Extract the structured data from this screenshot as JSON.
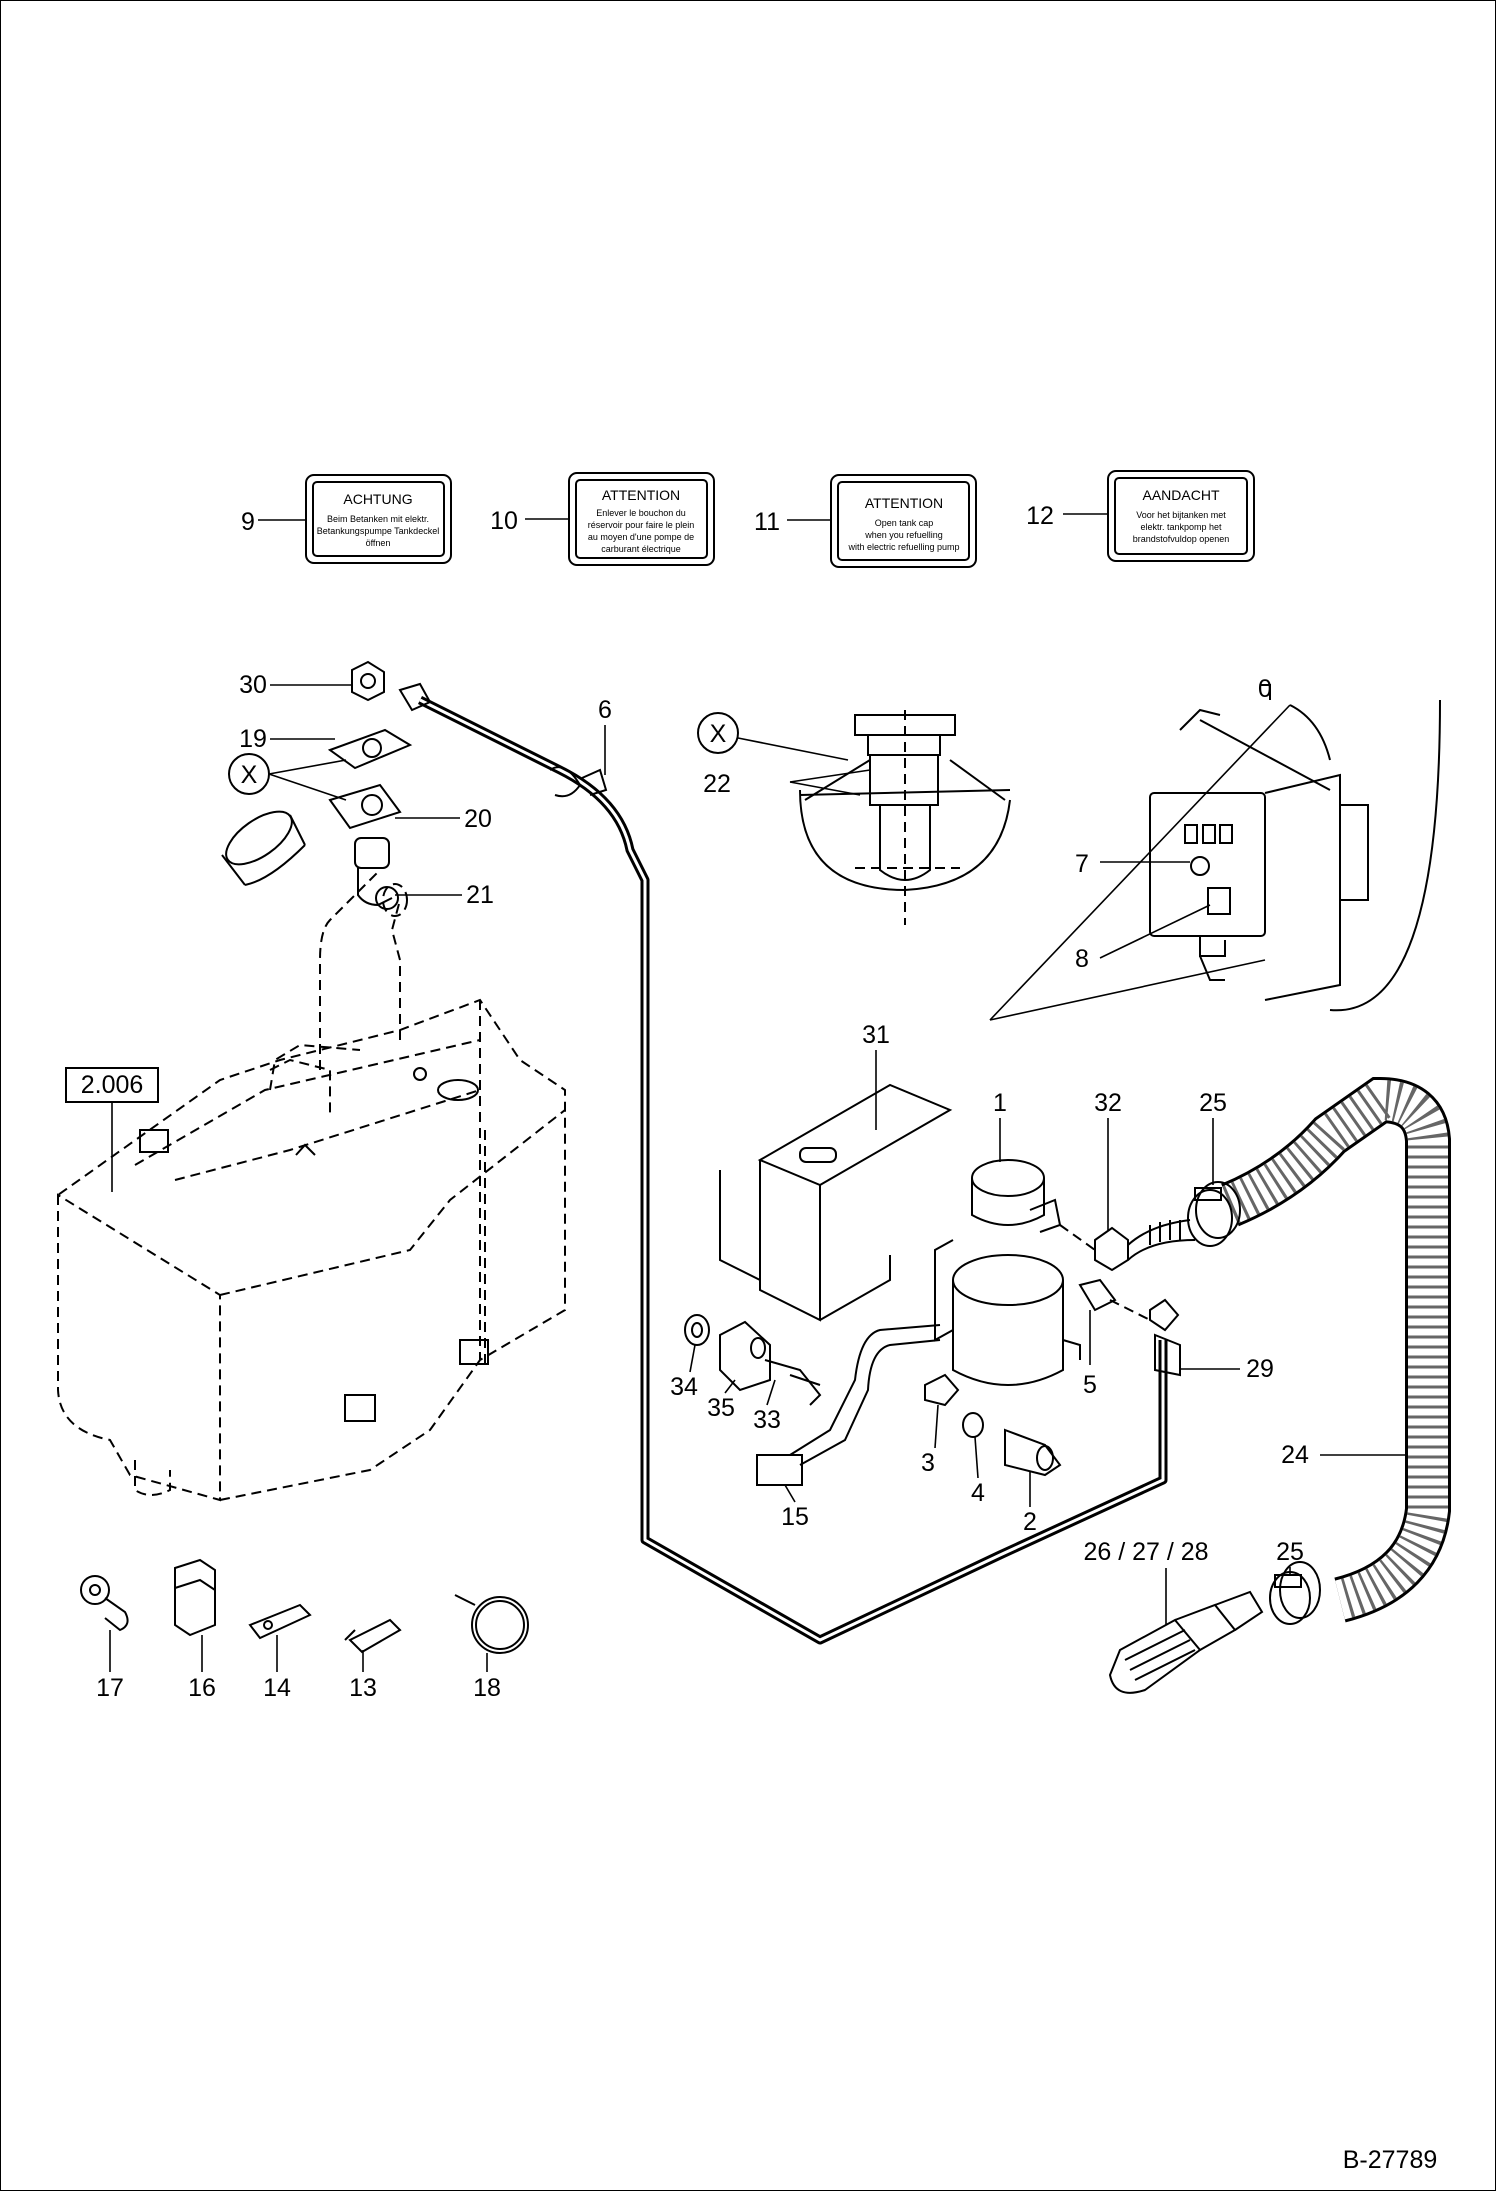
{
  "drawing_number": "B-27789",
  "reference_box": "2.006",
  "detail_marker": "X",
  "switch_position_label": "0",
  "warning_labels": [
    {
      "item": "9",
      "heading": "ACHTUNG",
      "lines": [
        "Beim Betanken mit elektr.",
        "Betankungspumpe Tankdeckel",
        "öffnen"
      ]
    },
    {
      "item": "10",
      "heading": "ATTENTION",
      "lines": [
        "Enlever le bouchon du",
        "réservoir pour faire le plein",
        "au moyen d'une pompe de",
        "carburant électrique"
      ]
    },
    {
      "item": "11",
      "heading": "ATTENTION",
      "lines": [
        "Open tank cap",
        "when you refuelling",
        "with electric refuelling pump"
      ]
    },
    {
      "item": "12",
      "heading": "AANDACHT",
      "lines": [
        "Voor het bijtanken met",
        "elektr. tankpomp het",
        "brandstofvuldop openen"
      ]
    }
  ],
  "callouts": [
    "30",
    "19",
    "20",
    "21",
    "6",
    "22",
    "7",
    "8",
    "31",
    "1",
    "32",
    "25",
    "24",
    "29",
    "5",
    "34",
    "35",
    "33",
    "3",
    "4",
    "2",
    "15",
    "26 / 27 / 28",
    "25",
    "17",
    "16",
    "14",
    "13",
    "18"
  ]
}
